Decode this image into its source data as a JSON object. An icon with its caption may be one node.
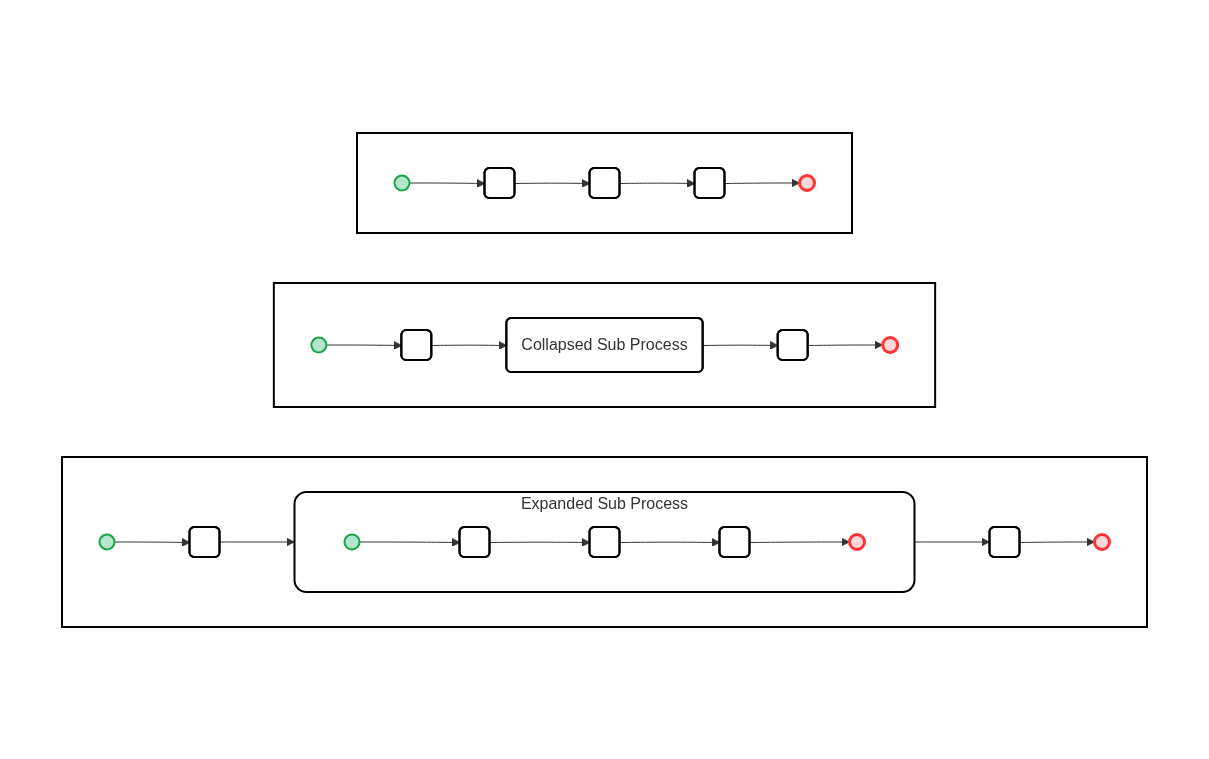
{
  "diagram": {
    "nodes": [
      {
        "text": [],
        "shape": "box"
      },
      {
        "text": [],
        "shape": "circle",
        "in": 0
      },
      {
        "text": [],
        "shape": "box",
        "in": 0
      },
      {
        "text": [],
        "shape": "box",
        "in": 0
      },
      {
        "text": [],
        "shape": "box",
        "in": 0
      },
      {
        "text": [],
        "shape": "circle",
        "in": 0
      },
      {
        "text": [],
        "shape": "box"
      },
      {
        "text": [],
        "shape": "circle",
        "in": 6
      },
      {
        "text": [],
        "shape": "box",
        "in": 6
      },
      {
        "text": [
          "Collapsed Sub Process"
        ],
        "in": 6
      },
      {
        "text": [],
        "shape": "box",
        "in": 6
      },
      {
        "text": [],
        "shape": "circle",
        "in": 6
      },
      {
        "text": [],
        "shape": "box"
      },
      {
        "text": [],
        "shape": "circle",
        "in": 12
      },
      {
        "text": [],
        "shape": "box",
        "in": 12
      },
      {
        "text": [
          "Expanded Sub Process"
        ],
        "in": 12
      },
      {
        "text": [],
        "shape": "circle",
        "in": 15
      },
      {
        "text": [],
        "shape": "box",
        "in": 15
      },
      {
        "text": [],
        "shape": "box",
        "in": 15
      },
      {
        "text": [],
        "shape": "box",
        "in": 15
      },
      {
        "text": [],
        "shape": "circle",
        "in": 15
      },
      {
        "text": [],
        "shape": "box",
        "in": 12
      },
      {
        "text": [],
        "shape": "circle",
        "in": 12
      }
    ],
    "edges": [
      {
        "from": 1,
        "to": 2,
        "arrow": "to"
      },
      {
        "from": 2,
        "to": 3,
        "arrow": "to"
      },
      {
        "from": 3,
        "to": 4,
        "arrow": "to"
      },
      {
        "from": 4,
        "to": 5,
        "arrow": "to"
      },
      {
        "from": 7,
        "to": 8,
        "arrow": "to"
      },
      {
        "from": 8,
        "to": 9,
        "arrow": "to"
      },
      {
        "from": 9,
        "to": 10,
        "arrow": "to"
      },
      {
        "from": 10,
        "to": 11,
        "arrow": "to"
      },
      {
        "from": 13,
        "to": 14,
        "arrow": "to"
      },
      {
        "from": 14,
        "to": 15,
        "arrow": "to"
      },
      {
        "from": 16,
        "to": 17,
        "arrow": "to"
      },
      {
        "from": 17,
        "to": 18,
        "arrow": "to"
      },
      {
        "from": 18,
        "to": 19,
        "arrow": "to"
      },
      {
        "from": 19,
        "to": 20,
        "arrow": "to"
      },
      {
        "from": 15,
        "to": 21,
        "arrow": "to"
      },
      {
        "from": 21,
        "to": 22,
        "arrow": "to"
      }
    ]
  }
}
